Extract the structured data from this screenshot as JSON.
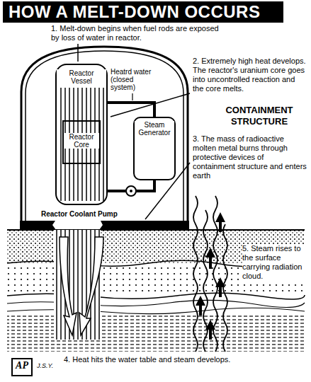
{
  "diagram": {
    "title": "HOW A MELT-DOWN OCCURS",
    "nodes": [
      {
        "text": [
          "Reactor Vessel"
        ]
      },
      {
        "text": [
          "Reactor Core"
        ],
        "in": 0
      },
      {
        "text": [
          "Steam Generator"
        ]
      },
      {
        "text": [
          "AP"
        ]
      }
    ],
    "edges": [
      {
        "from": 0,
        "to": 2,
        "arrow": "none"
      },
      {
        "from": 2,
        "to": 0,
        "arrow": "none"
      }
    ],
    "labels": [
      "1. Melt-down begins when fuel rods are exposed by loss of water in reactor.",
      "Heatrd water (closed system)",
      "2. Extremely high heat develops. The reactor's uranium core goes into uncontrolled reaction and the core melts.",
      "CONTAINMENT STRUCTURE",
      "3. The mass of radioactive molten metal burns through protective devices of containment structure and enters earth",
      "Reactor Coolant Pump",
      "5. Steam rises to the surface carrying radiation cloud.",
      "4. Heat hits the water table and steam develops.",
      "J.S.Y."
    ]
  }
}
